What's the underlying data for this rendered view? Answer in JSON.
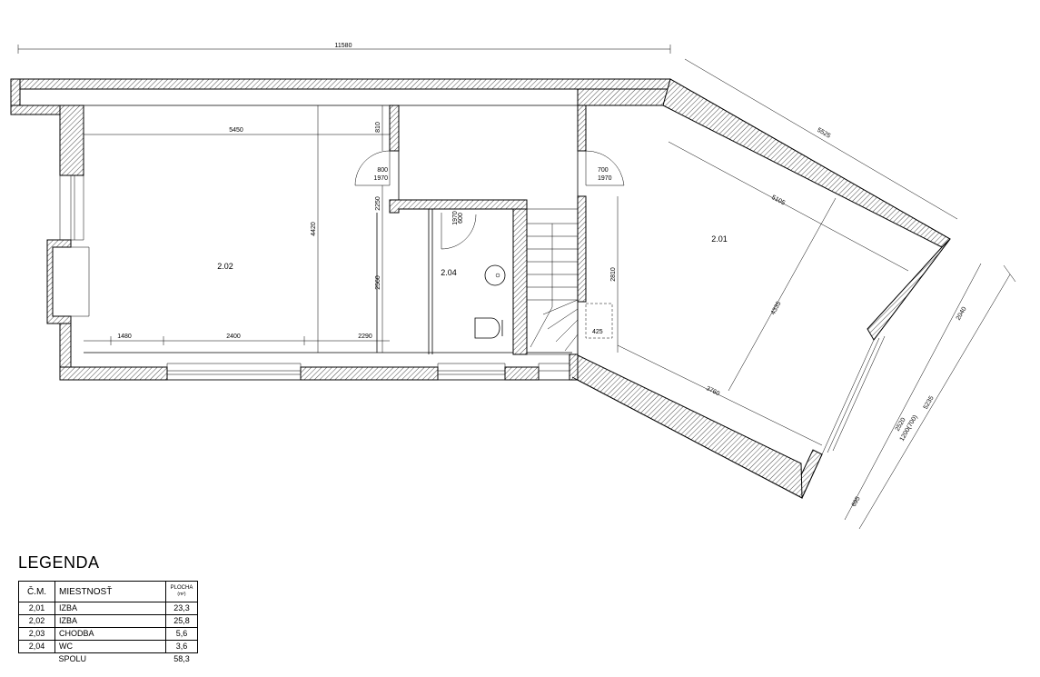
{
  "plan": {
    "rooms": [
      {
        "id": "2.01",
        "label": "2.01"
      },
      {
        "id": "2.02",
        "label": "2.02"
      },
      {
        "id": "2.04",
        "label": "2.04"
      }
    ],
    "dimensions": {
      "overall_width": "11580",
      "room_202_width": "5450",
      "room_202_depth": "4420",
      "top_recess": "810",
      "door_left_width": "800",
      "door_left_height": "1970",
      "door_right_width": "700",
      "door_right_height": "1970",
      "wall_opening_a": "2250",
      "wall_opening_b": "2560",
      "wc_door_a": "600",
      "wc_door_b": "1970",
      "bottom_seg_1": "1480",
      "bottom_seg_2": "2400",
      "bottom_seg_3": "2290",
      "stair_height": "2810",
      "stair_step": "425",
      "diag_top": "5525",
      "room_201_top": "5105",
      "room_201_diag": "4335",
      "room_201_bottom": "3760",
      "right_side": "2040",
      "right_total": "5235",
      "window_a": "2520",
      "window_b": "1200(700)",
      "right_bottom": "695"
    }
  },
  "legend": {
    "title": "LEGENDA",
    "headers": {
      "id": "Č.M.",
      "name": "MIESTNOSŤ",
      "area": "PLOCHA",
      "unit": "(m²)"
    },
    "rows": [
      {
        "id": "2,01",
        "name": "IZBA",
        "area": "23,3"
      },
      {
        "id": "2,02",
        "name": "IZBA",
        "area": "25,8"
      },
      {
        "id": "2,03",
        "name": "CHODBA",
        "area": "5,6"
      },
      {
        "id": "2,04",
        "name": "WC",
        "area": "3,6"
      }
    ],
    "total_label": "SPOLU",
    "total_value": "58,3"
  }
}
